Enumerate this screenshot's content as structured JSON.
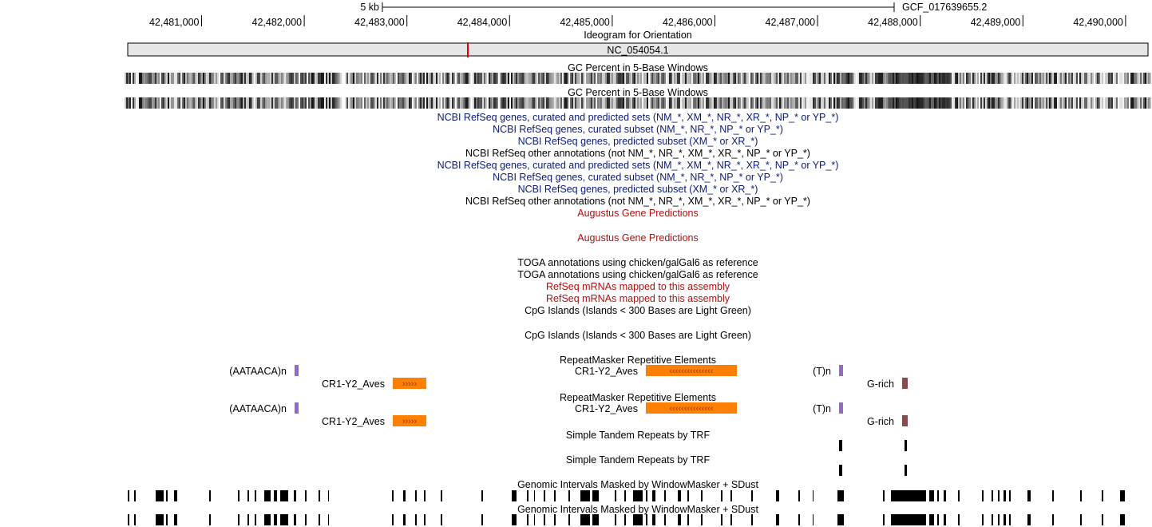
{
  "scale": {
    "label": "5 kb",
    "assembly": "GCF_017639655.2"
  },
  "ruler": {
    "ticks": [
      "42,481,000",
      "42,482,000",
      "42,483,000",
      "42,484,000",
      "42,485,000",
      "42,486,000",
      "42,487,000",
      "42,488,000",
      "42,489,000",
      "42,490,000"
    ]
  },
  "ideogram": {
    "title": "Ideogram for Orientation",
    "chrom": "NC_054054.1"
  },
  "colors": {
    "navy": "#0a1a7a",
    "darkred": "#b01010",
    "black": "#000000",
    "orange": "#ff7f00",
    "purple": "#9966cc",
    "brown": "#8b4a4a"
  },
  "tracks": [
    {
      "id": "gc1",
      "title": "GC Percent in 5-Base Windows",
      "color": "#000000"
    },
    {
      "id": "gc2",
      "title": "GC Percent in 5-Base Windows",
      "color": "#000000"
    },
    {
      "id": "ncbi1",
      "title": "NCBI RefSeq genes, curated and predicted sets (NM_*, XM_*, NR_*, XR_*, NP_* or YP_*)",
      "color": "#0a1a7a"
    },
    {
      "id": "ncbi2",
      "title": "NCBI RefSeq genes, curated subset (NM_*, NR_*, NP_* or YP_*)",
      "color": "#0a1a7a"
    },
    {
      "id": "ncbi3",
      "title": "NCBI RefSeq genes, predicted subset (XM_* or XR_*)",
      "color": "#0a1a7a"
    },
    {
      "id": "ncbi4",
      "title": "NCBI RefSeq other annotations (not NM_*, NR_*, XM_*, XR_*, NP_* or YP_*)",
      "color": "#000000"
    },
    {
      "id": "ncbi5",
      "title": "NCBI RefSeq genes, curated and predicted sets (NM_*, XM_*, NR_*, XR_*, NP_* or YP_*)",
      "color": "#0a1a7a"
    },
    {
      "id": "ncbi6",
      "title": "NCBI RefSeq genes, curated subset (NM_*, NR_*, NP_* or YP_*)",
      "color": "#0a1a7a"
    },
    {
      "id": "ncbi7",
      "title": "NCBI RefSeq genes, predicted subset (XM_* or XR_*)",
      "color": "#0a1a7a"
    },
    {
      "id": "ncbi8",
      "title": "NCBI RefSeq other annotations (not NM_*, NR_*, XM_*, XR_*, NP_* or YP_*)",
      "color": "#000000"
    },
    {
      "id": "aug1",
      "title": "Augustus Gene Predictions",
      "color": "#b01010"
    },
    {
      "id": "aug2",
      "title": "Augustus Gene Predictions",
      "color": "#b01010"
    },
    {
      "id": "toga1",
      "title": "TOGA annotations using chicken/galGal6 as reference",
      "color": "#000000"
    },
    {
      "id": "toga2",
      "title": "TOGA annotations using chicken/galGal6 as reference",
      "color": "#000000"
    },
    {
      "id": "mrna1",
      "title": "RefSeq mRNAs mapped to this assembly",
      "color": "#b01010"
    },
    {
      "id": "mrna2",
      "title": "RefSeq mRNAs mapped to this assembly",
      "color": "#b01010"
    },
    {
      "id": "cpg1",
      "title": "CpG Islands (Islands < 300 Bases are Light Green)",
      "color": "#000000"
    },
    {
      "id": "cpg2",
      "title": "CpG Islands (Islands < 300 Bases are Light Green)",
      "color": "#000000"
    },
    {
      "id": "rm1",
      "title": "RepeatMasker Repetitive Elements",
      "color": "#000000"
    },
    {
      "id": "rm2",
      "title": "RepeatMasker Repetitive Elements",
      "color": "#000000"
    },
    {
      "id": "trf1",
      "title": "Simple Tandem Repeats by TRF",
      "color": "#000000"
    },
    {
      "id": "trf2",
      "title": "Simple Tandem Repeats by TRF",
      "color": "#000000"
    },
    {
      "id": "wm1",
      "title": "Genomic Intervals Masked by WindowMasker + SDust",
      "color": "#000000"
    },
    {
      "id": "wm2",
      "title": "Genomic Intervals Masked by WindowMasker + SDust",
      "color": "#000000"
    }
  ],
  "repeats": {
    "aataaca": "(AATAACA)n",
    "cr1_left": "CR1-Y2_Aves",
    "cr1_mid": "CR1-Y2_Aves",
    "tn": "(T)n",
    "grich": "G-rich",
    "cr1_left_arrows": "›››››",
    "cr1_mid_arrows": "‹‹‹‹‹‹‹‹‹‹‹‹‹‹‹"
  }
}
